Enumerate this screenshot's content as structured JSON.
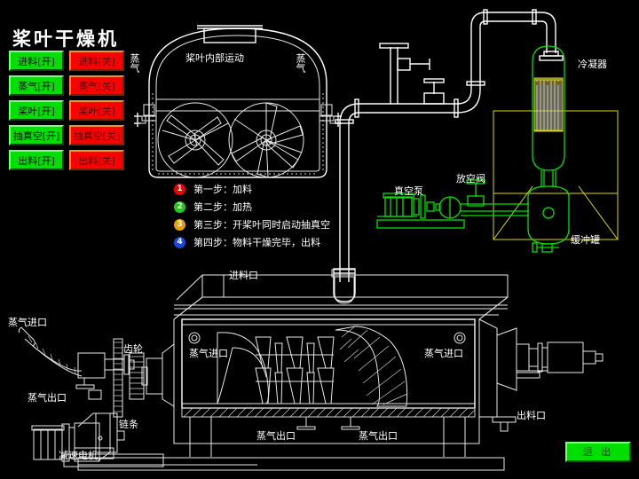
{
  "title": "桨叶干燥机",
  "controls": [
    {
      "on": "进料[开]",
      "off": "进料[关]"
    },
    {
      "on": "蒸气[开]",
      "off": "蒸气[关]"
    },
    {
      "on": "桨叶[开]",
      "off": "桨叶[关]"
    },
    {
      "on": "抽真空[开]",
      "off": "抽真空[关]"
    },
    {
      "on": "出料[开]",
      "off": "出料[关]"
    }
  ],
  "steps": [
    {
      "num": "1",
      "text": "第一步：加料",
      "color": "#f00000"
    },
    {
      "num": "2",
      "text": "第二步：加热",
      "color": "#18d018"
    },
    {
      "num": "3",
      "text": "第三步：开桨叶同时启动抽真空",
      "color": "#e8a000"
    },
    {
      "num": "4",
      "text": "第四步：物料干燥完毕，出料",
      "color": "#1848d8"
    }
  ],
  "labels": {
    "paddle_motion": "桨叶内部运动",
    "steam_left_top": "蒸气",
    "steam_right_top": "蒸气",
    "condenser": "冷凝器",
    "vacuum_pump": "真空泵",
    "vent_valve": "放空阀",
    "buffer_tank": "缓冲罐",
    "feed_inlet": "进料口",
    "steam_in_left_outer": "蒸气进口",
    "steam_out_left_outer": "蒸气出口",
    "gear": "齿轮",
    "chain": "链条",
    "gear_motor": "减速电机",
    "steam_in_1": "蒸气进口",
    "steam_in_2": "蒸气进口",
    "steam_out_1": "蒸气出口",
    "steam_out_2": "蒸气出口",
    "discharge_port": "出料口"
  },
  "exit_button": "退 出",
  "colors": {
    "background": "#000000",
    "on_green": "#00e000",
    "off_red": "#ff0000",
    "line_white": "#e8e8e8",
    "equipment_green": "#00e000",
    "frame_yellow": "#d8d800"
  }
}
